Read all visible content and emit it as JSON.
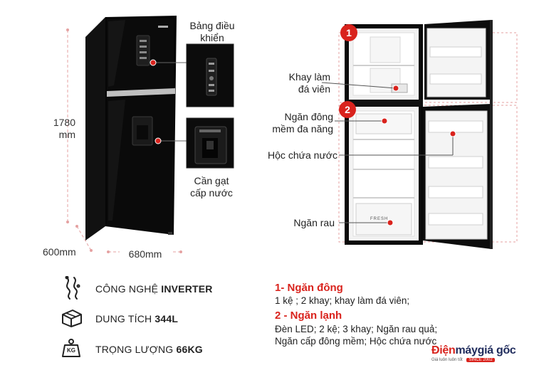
{
  "colors": {
    "accent": "#d9231d",
    "fridge": "#0a0a0a",
    "text": "#222222"
  },
  "dimensions": {
    "height_value": "1780",
    "height_unit": "mm",
    "depth": "600mm",
    "width": "680mm"
  },
  "callouts_left": {
    "control_panel": [
      "Bảng điều",
      "khiển"
    ],
    "water_lever": [
      "Cần gạt",
      "cấp nước"
    ]
  },
  "callouts_right": {
    "badge_1": "1",
    "badge_2": "2",
    "ice_tray": [
      "Khay làm",
      "đá viên"
    ],
    "soft_freeze": [
      "Ngăn đông",
      "mềm đa năng"
    ],
    "water_box": "Hộc chứa nước",
    "veg_drawer": "Ngăn rau"
  },
  "fridge_labels": {
    "fresh_box": "FRESH"
  },
  "features": [
    {
      "icon": "inverter-chip-icon",
      "prefix": "CÔNG NGHỆ ",
      "bold": "INVERTER"
    },
    {
      "icon": "capacity-box-icon",
      "prefix": "DUNG TÍCH ",
      "bold": "344L"
    },
    {
      "icon": "weight-icon",
      "prefix": "TRỌNG LƯỢNG ",
      "bold": "66KG",
      "icon_text": "KG"
    }
  ],
  "specs": {
    "freezer_title": "1- Ngăn đông",
    "freezer_desc": "1 kệ ; 2 khay; khay làm đá viên;",
    "fridge_title": "2 - Ngăn lạnh",
    "fridge_desc_1": "Đèn LED; 2 kệ; 3 khay; Ngăn rau quả;",
    "fridge_desc_2": "Ngăn cấp đông mềm; Hộc chứa nước"
  },
  "brand": {
    "name_red": "Điện",
    "name_dark": "máy",
    "name_rest": "giá gốc",
    "tagline": "Giá luôn luôn tốt",
    "since": "SINCE 2002"
  }
}
